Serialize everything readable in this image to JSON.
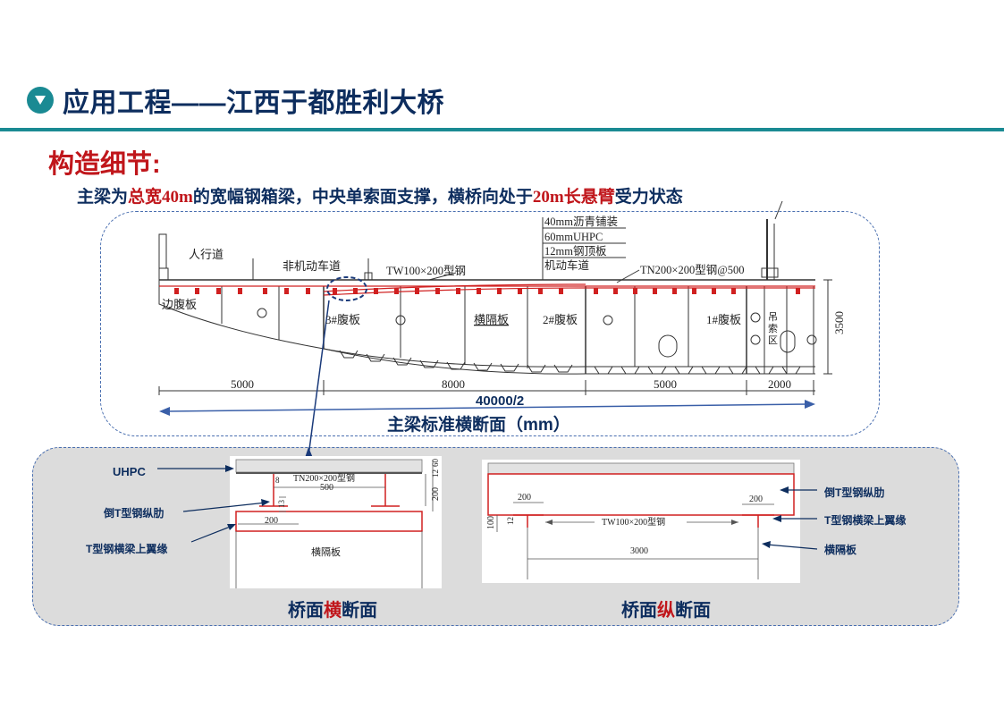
{
  "header": {
    "title": "应用工程——江西于都胜利大桥"
  },
  "section": {
    "heading": "构造细节:"
  },
  "subtitle": {
    "part1": "主梁为",
    "part2": "总宽",
    "part3": "40m",
    "part4": "的宽幅钢箱梁，中央单索面支撑，横桥向处于",
    "part5": "20m",
    "part6": "长悬臂",
    "part7": "受力状态"
  },
  "main_section": {
    "layer_labels": [
      "40mm沥青铺装",
      "60mmUHPC",
      "12mm钢顶板",
      "机动车道"
    ],
    "lane_labels": {
      "sidewalk": "人行道",
      "bike_lane": "非机动车道"
    },
    "steel_labels": {
      "tw": "TW100×200型钢",
      "tn": "TN200×200型钢@500"
    },
    "web_labels": {
      "edge": "边腹板",
      "web3": "3#腹板",
      "diaphragm": "横隔板",
      "web2": "2#腹板",
      "web1": "1#腹板",
      "cable_zone": [
        "吊",
        "索",
        "区"
      ]
    },
    "dimensions": [
      "5000",
      "8000",
      "5000",
      "2000"
    ],
    "height": "3500",
    "half_width": "40000/2",
    "caption": "主梁标准横断面（mm）"
  },
  "transverse_detail": {
    "uhpc_label": "UHPC",
    "inverted_t_label": "倒T型钢纵肋",
    "t_flange_label": "T型钢横梁上翼缘",
    "steel_label": "TN200×200型钢",
    "dim_500": "500",
    "dim_8": "8",
    "dim_13": "13",
    "dim_200_bottom": "200",
    "dim_200_side": "200",
    "dim_12": "12",
    "dim_60": "60",
    "diaphragm_label": "横隔板",
    "caption_part1": "桥面",
    "caption_part2": "横",
    "caption_part3": "断面"
  },
  "longitudinal_detail": {
    "inverted_t_label": "倒T型钢纵肋",
    "t_flange_label": "T型钢横梁上翼缘",
    "diaphragm_label": "横隔板",
    "dim_200_left": "200",
    "dim_200_right": "200",
    "dim_100": "100",
    "dim_12": "12",
    "steel_label": "TW100×200型钢",
    "dim_3000": "3000",
    "caption_part1": "桥面",
    "caption_part2": "纵",
    "caption_part3": "断面"
  },
  "colors": {
    "accent": "#1a8a93",
    "title_blue": "#0d2d5e",
    "red": "#c0161b",
    "frame_blue": "#4a6fb0"
  }
}
